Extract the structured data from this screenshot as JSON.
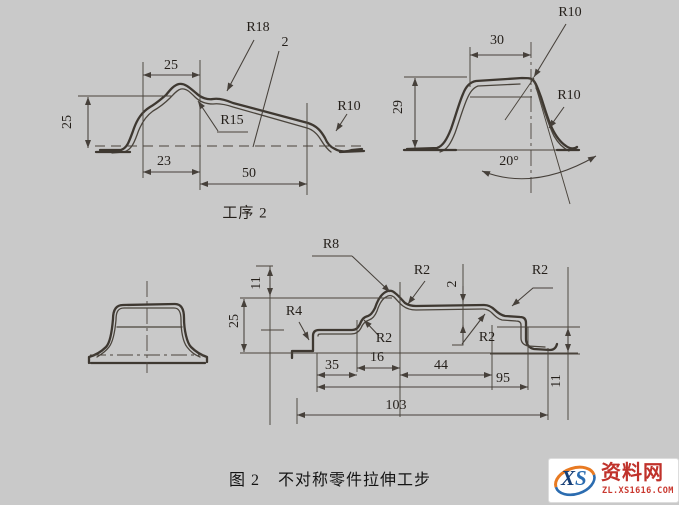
{
  "colors": {
    "background": "#c9c9c9",
    "line": "#46403a",
    "brand_red": "#c0322b",
    "brand_blue": "#2b6cb0",
    "brand_orange": "#e87a22"
  },
  "labels": {
    "tl_r18": "R18",
    "tl_sheet_thickness": "2",
    "tl_width_top": "25",
    "tl_height_left": "25",
    "tl_r15": "R15",
    "tl_r10": "R10",
    "tl_width_23": "23",
    "tl_width_50": "50",
    "tl_step_label": "工序 2",
    "tr_r10_top": "R10",
    "tr_width_30": "30",
    "tr_height_29": "29",
    "tr_r10_side": "R10",
    "tr_angle_20": "20°",
    "b_r8": "R8",
    "b_height_11_left": "11",
    "b_height_25": "25",
    "b_r4": "R4",
    "b_r2_peak": "R2",
    "b_sheet_thickness": "2",
    "b_r2_right": "R2",
    "b_r2_shoulder": "R2",
    "b_r2_step": "R2",
    "b_width_16": "16",
    "b_width_35": "35",
    "b_width_44": "44",
    "b_width_95": "95",
    "b_width_103": "103",
    "b_height_11_right": "11"
  },
  "caption": {
    "figure_no": "图 2",
    "title": "不对称零件拉伸工步"
  },
  "watermark": {
    "monogram_x": "X",
    "monogram_s": "S",
    "site_name": "资料网",
    "site_url": "ZL.XS1616.COM"
  }
}
